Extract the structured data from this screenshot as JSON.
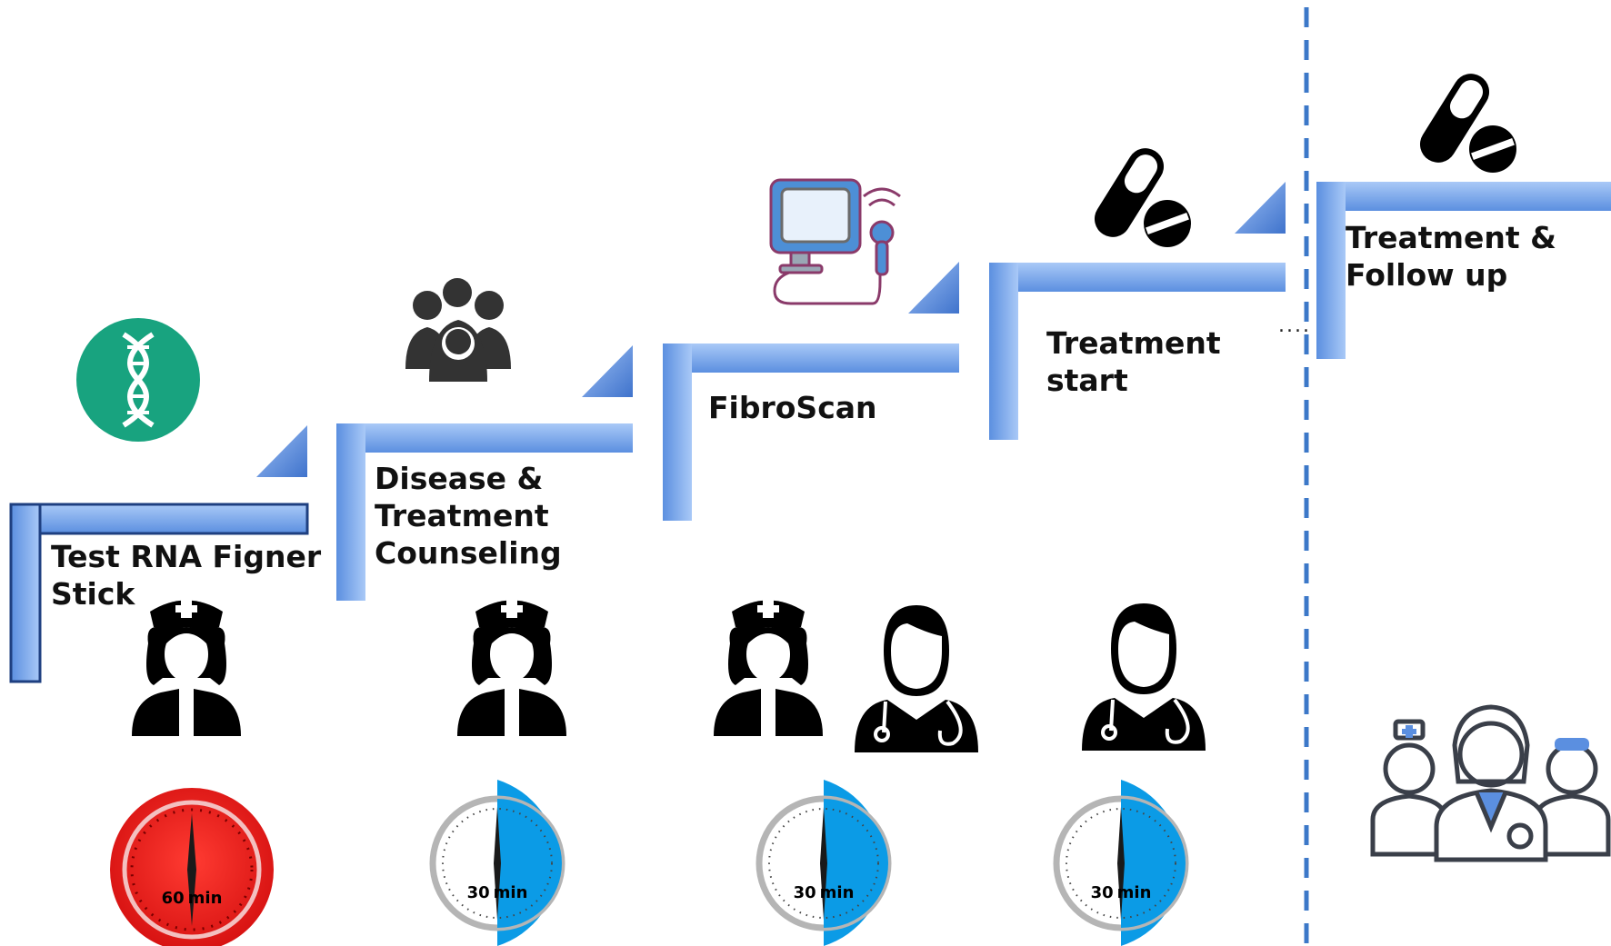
{
  "steps": [
    {
      "label_lines": [
        "Test RNA Figner",
        "Stick"
      ],
      "icon": "dna-icon",
      "staff": [
        "nurse-icon"
      ],
      "timer": {
        "value": "60",
        "unit": "min",
        "fill_fraction": 1.0,
        "color": "#e8201d"
      }
    },
    {
      "label_lines": [
        "Disease &",
        "Treatment",
        "Counseling"
      ],
      "icon": "group-icon",
      "staff": [
        "nurse-icon"
      ],
      "timer": {
        "value": "30",
        "unit": "min",
        "fill_fraction": 0.5,
        "color": "#0b9be6"
      }
    },
    {
      "label_lines": [
        "FibroScan"
      ],
      "icon": "ultrasound-machine-icon",
      "staff": [
        "nurse-icon",
        "doctor-icon"
      ],
      "timer": {
        "value": "30",
        "unit": "min",
        "fill_fraction": 0.5,
        "color": "#0b9be6"
      }
    },
    {
      "label_lines": [
        "Treatment",
        "start"
      ],
      "icon": "pills-icon",
      "staff": [
        "doctor-icon"
      ],
      "timer": {
        "value": "30",
        "unit": "min",
        "fill_fraction": 0.5,
        "color": "#0b9be6"
      }
    }
  ],
  "final_step": {
    "label_lines": [
      "Treatment &",
      "Follow up"
    ],
    "icon": "pills-icon",
    "staff": "medical-team-icon"
  },
  "continuation_mark": "....",
  "colors": {
    "step_light": "#a9c9f7",
    "step_dark": "#4b7ed3",
    "divider": "#3c78c8",
    "dna_bg": "#18a37f"
  }
}
